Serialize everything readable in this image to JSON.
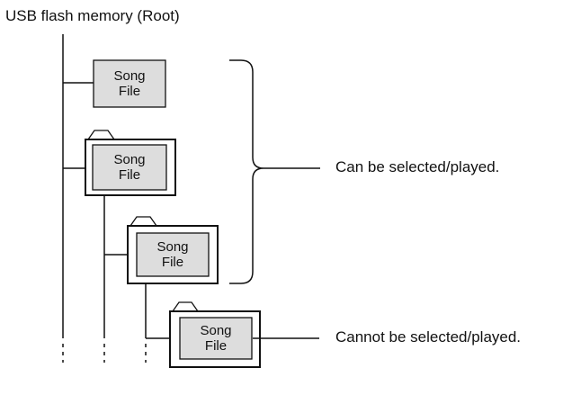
{
  "root_label": "USB flash memory (Root)",
  "files": [
    {
      "line1": "Song",
      "line2": "File"
    },
    {
      "line1": "Song",
      "line2": "File"
    },
    {
      "line1": "Song",
      "line2": "File"
    },
    {
      "line1": "Song",
      "line2": "File"
    }
  ],
  "notes": {
    "selectable": "Can be selected/played.",
    "not_selectable": "Cannot be selected/played."
  },
  "colors": {
    "line": "#111111",
    "file_fill": "#dddddd"
  }
}
